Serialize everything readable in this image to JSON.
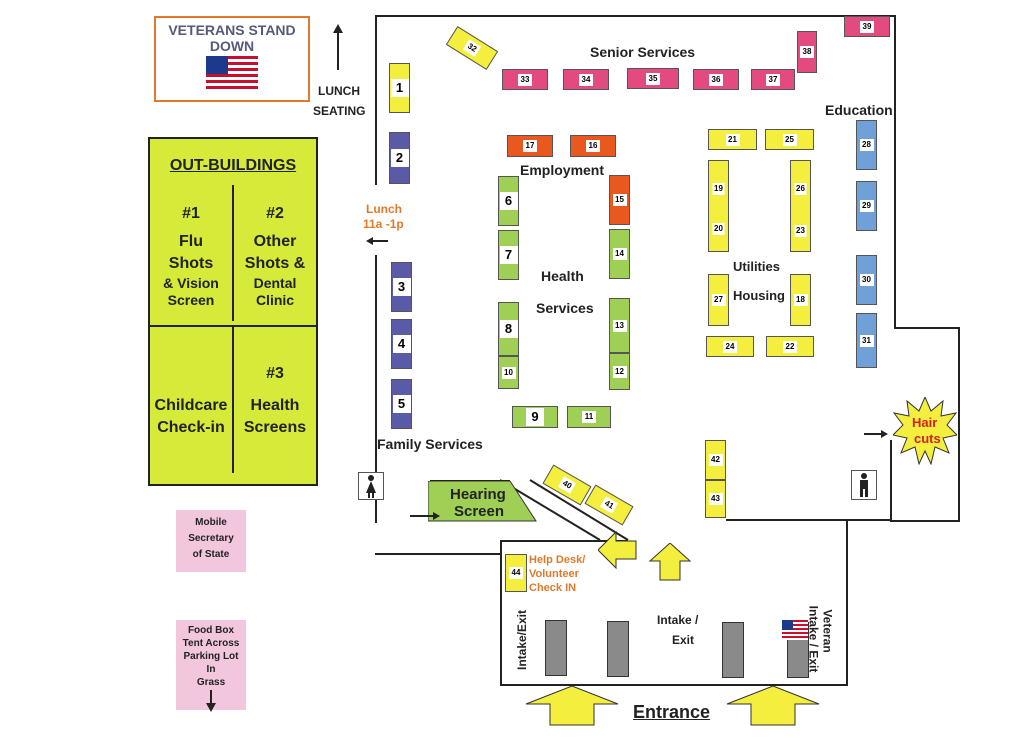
{
  "title": {
    "line1": "VETERANS STAND",
    "line2": "DOWN"
  },
  "lunch_seating": {
    "line1": "LUNCH",
    "line2": "SEATING"
  },
  "lunch_time": {
    "line1": "Lunch",
    "line2": "11a -1p"
  },
  "outbuildings": {
    "heading": "OUT-BUILDINGS",
    "b1_num": "#1",
    "b1_l1": "Flu",
    "b1_l2": "Shots",
    "b1_l3": "& Vision",
    "b1_l4": "Screen",
    "b2_num": "#2",
    "b2_l1": "Other",
    "b2_l2": "Shots &",
    "b2_l3": "Dental",
    "b2_l4": "Clinic",
    "b3_num": "#3",
    "b3_l1": "Health",
    "b3_l2": "Screens",
    "child_l1": "Childcare",
    "child_l2": "Check-in",
    "color": "#d6ea3a"
  },
  "mobile_sos": {
    "line1": "Mobile",
    "line2": "Secretary",
    "line3": "of State"
  },
  "food_box": {
    "line1": "Food Box",
    "line2": "Tent Across",
    "line3": "Parking Lot",
    "line4": "In",
    "line5": "Grass"
  },
  "areas": {
    "senior": "Senior Services",
    "education": "Education",
    "employment": "Employment",
    "health_1": "Health",
    "health_2": "Services",
    "utilities": "Utilities",
    "housing": "Housing",
    "family": "Family Services",
    "hearing_1": "Hearing",
    "hearing_2": "Screen",
    "help_1": "Help Desk/",
    "help_2": "Volunteer",
    "help_3": "Check IN",
    "intake_exit_left": "Intake/Exit",
    "intake_center_1": "Intake /",
    "intake_center_2": "Exit",
    "veteran_1": "Veteran",
    "veteran_2": "Intake / Exit",
    "haircuts_1": "Hair",
    "haircuts_2": "cuts",
    "entrance": "Entrance"
  },
  "booths": {
    "b1": "1",
    "b2": "2",
    "b3": "3",
    "b4": "4",
    "b5": "5",
    "b6": "6",
    "b7": "7",
    "b8": "8",
    "b9": "9",
    "b10": "10",
    "b11": "11",
    "b12": "12",
    "b13": "13",
    "b14": "14",
    "b15": "15",
    "b16": "16",
    "b17": "17",
    "b18": "18",
    "b19": "19",
    "b20": "20",
    "b21": "21",
    "b22": "22",
    "b23": "23",
    "b24": "24",
    "b25": "25",
    "b26": "26",
    "b27": "27",
    "b28": "28",
    "b29": "29",
    "b30": "30",
    "b31": "31",
    "b32": "32",
    "b33": "33",
    "b34": "34",
    "b35": "35",
    "b36": "36",
    "b37": "37",
    "b38": "38",
    "b39": "39",
    "b40": "40",
    "b41": "41",
    "b42": "42",
    "b43": "43",
    "b44": "44"
  },
  "colors": {
    "yellow": "#f4ee3f",
    "pink": "#e24a80",
    "orange": "#e8581f",
    "green": "#9fcf55",
    "purple": "#5a5aa6",
    "blue": "#6fa0d8",
    "label_orange": "#e07a2a",
    "hair_red": "#d42020"
  },
  "icons": [
    "restroom-woman-icon",
    "restroom-man-icon",
    "us-flag-icon",
    "up-arrow-icon",
    "left-arrow-icon",
    "starburst-icon"
  ]
}
